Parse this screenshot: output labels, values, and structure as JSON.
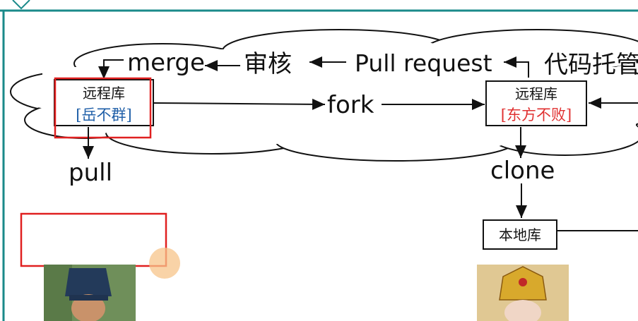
{
  "diagram": {
    "labels": {
      "merge": "merge",
      "review": "审核",
      "pull_request": "Pull request",
      "code_hosting": "代码托管",
      "fork": "fork",
      "pull": "pull",
      "clone": "clone"
    },
    "boxes": {
      "remote_left_title": "远程库",
      "remote_left_owner": "[岳不群]",
      "remote_right_title": "远程库",
      "remote_right_owner": "[东方不败]",
      "local_repo": "本地库"
    },
    "colors": {
      "frame_teal": "#1a8a8a",
      "highlight_red": "#e02020",
      "owner_left_blue": "#1f5fa8",
      "owner_right_red": "#e03030",
      "cursor_orange": "#f7c48a"
    },
    "icons": {
      "corner_shape": "chevron-down-icon"
    }
  }
}
